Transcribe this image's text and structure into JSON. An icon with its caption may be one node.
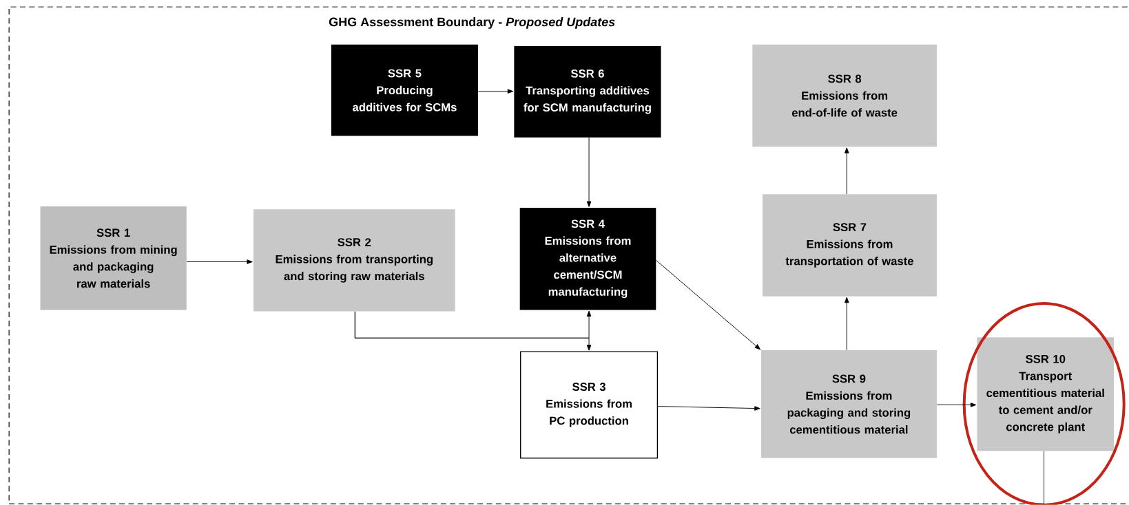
{
  "diagram": {
    "nodes": [
      {
        "text": [
          "GHG Assessment Boundary - *Proposed Updates*"
        ]
      },
      {
        "text": [
          "SSR 5",
          "Producing additives for SCMs"
        ],
        "in": 0
      },
      {
        "text": [
          "SSR 6",
          "Transporting additives for SCM manufacturing"
        ],
        "in": 0
      },
      {
        "text": [
          "SSR 8",
          "Emissions from end-of-life of waste"
        ],
        "in": 0
      },
      {
        "text": [
          "SSR 1",
          "Emissions from mining and packaging raw materials"
        ],
        "in": 0
      },
      {
        "text": [
          "SSR 2",
          "Emissions from transporting and storing raw materials"
        ],
        "in": 0
      },
      {
        "text": [
          "SSR 4",
          "Emissions from alternative cement/SCM manufacturing"
        ],
        "in": 0
      },
      {
        "text": [
          "SSR 7",
          "Emissions from transportation of waste"
        ],
        "in": 0
      },
      {
        "text": [
          "SSR 3",
          "Emissions from PC production"
        ],
        "in": 0
      },
      {
        "text": [
          "SSR 9",
          "Emissions from packaging and storing cementitious material"
        ],
        "in": 0
      },
      {
        "text": [
          "SSR 10",
          "Transport cementitious material to cement and/or concrete plant"
        ],
        "in": 0
      }
    ],
    "edges": [
      {
        "from": 1,
        "to": 2,
        "arrow": "to"
      },
      {
        "from": 2,
        "to": 6,
        "arrow": "to"
      },
      {
        "from": 7,
        "to": 3,
        "arrow": "to"
      },
      {
        "from": 4,
        "to": 5,
        "arrow": "to"
      },
      {
        "from": 5,
        "to": 6,
        "arrow": "to"
      },
      {
        "from": 5,
        "to": 8,
        "arrow": "to"
      },
      {
        "from": 6,
        "to": 9,
        "arrow": "to"
      },
      {
        "from": 8,
        "to": 9,
        "arrow": "to"
      },
      {
        "from": 9,
        "to": 7,
        "arrow": "to"
      },
      {
        "from": 9,
        "to": 10,
        "arrow": "to"
      },
      {
        "from": 10,
        "to": null,
        "arrow": "none"
      }
    ]
  }
}
